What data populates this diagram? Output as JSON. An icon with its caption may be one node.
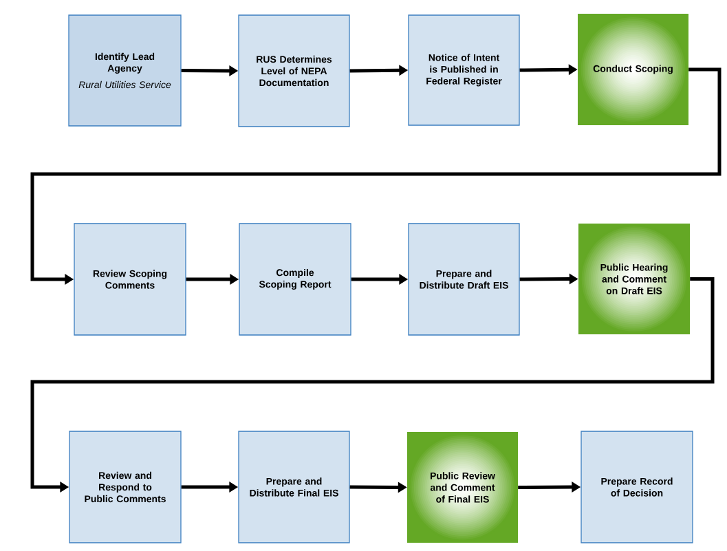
{
  "diagram": {
    "nodes": [
      {
        "text": [
          "Identify Lead Agency",
          "Rural Utilities Service"
        ]
      },
      {
        "text": [
          "RUS Determines Level of NEPA Documentation"
        ]
      },
      {
        "text": [
          "Notice of Intent is Published in Federal Register"
        ]
      },
      {
        "text": [
          "Conduct Scoping"
        ]
      },
      {
        "text": [
          "Review Scoping Comments"
        ]
      },
      {
        "text": [
          "Compile Scoping Report"
        ]
      },
      {
        "text": [
          "Prepare and Distribute Draft EIS"
        ]
      },
      {
        "text": [
          "Public Hearing and Comment on Draft EIS"
        ]
      },
      {
        "text": [
          "Review and Respond to Public Comments"
        ]
      },
      {
        "text": [
          "Prepare and Distribute Final EIS"
        ]
      },
      {
        "text": [
          "Public Review and Comment of Final EIS"
        ]
      },
      {
        "text": [
          "Prepare Record of Decision"
        ]
      }
    ],
    "edges": [
      {
        "from": 0,
        "to": 1,
        "arrow": "to"
      },
      {
        "from": 1,
        "to": 2,
        "arrow": "to"
      },
      {
        "from": 2,
        "to": 3,
        "arrow": "to"
      },
      {
        "from": 3,
        "to": 4,
        "arrow": "to"
      },
      {
        "from": 4,
        "to": 5,
        "arrow": "to"
      },
      {
        "from": 5,
        "to": 6,
        "arrow": "to"
      },
      {
        "from": 6,
        "to": 7,
        "arrow": "to"
      },
      {
        "from": 7,
        "to": 8,
        "arrow": "to"
      },
      {
        "from": 8,
        "to": 9,
        "arrow": "to"
      },
      {
        "from": 9,
        "to": 10,
        "arrow": "to"
      },
      {
        "from": 10,
        "to": 11,
        "arrow": "to"
      }
    ]
  }
}
